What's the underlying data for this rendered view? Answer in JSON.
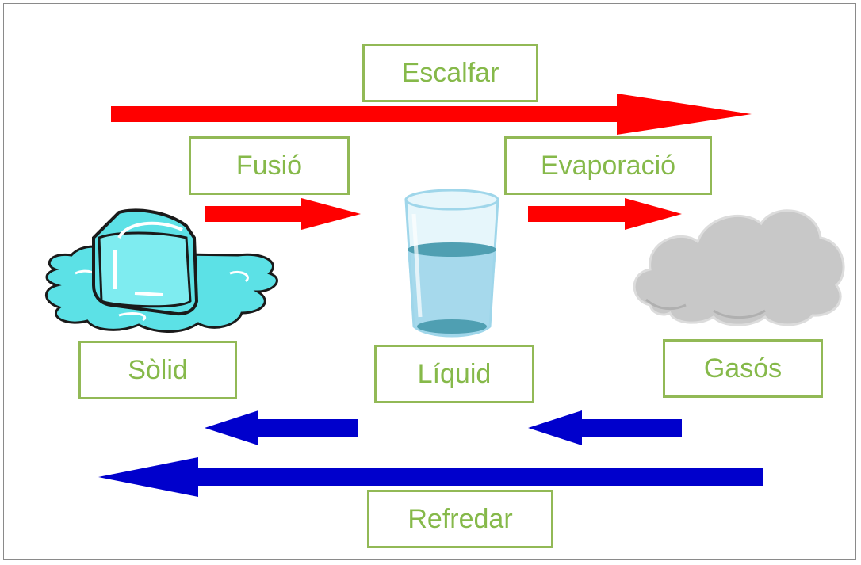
{
  "labels": {
    "heat": "Escalfar",
    "melting": "Fusió",
    "evaporation": "Evaporació",
    "solid": "Sòlid",
    "liquid": "Líquid",
    "gas": "Gasós",
    "cool": "Refredar"
  },
  "colors": {
    "label_border": "#92b956",
    "label_text": "#86b94a",
    "heat_arrow": "#ff0000",
    "cool_arrow": "#0000cc",
    "ice": "#5ce1e6",
    "water": "#9fd6ea",
    "cloud": "#c8c8c8"
  },
  "icons": {
    "solid": "ice-cube-icon",
    "liquid": "water-glass-icon",
    "gas": "cloud-icon"
  }
}
